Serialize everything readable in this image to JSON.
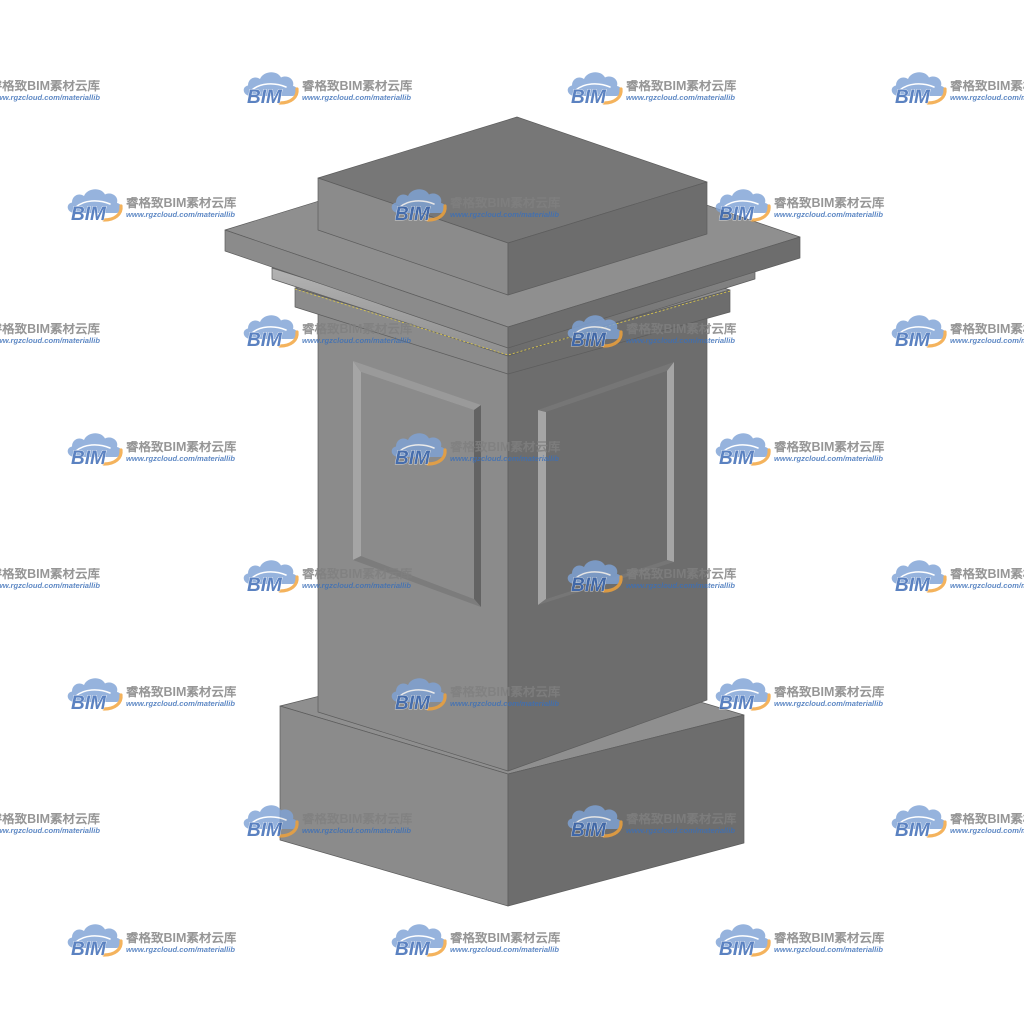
{
  "model": {
    "colors": {
      "top_face": "#777777",
      "ledge_face": "#8f8f8f",
      "left_face": "#8b8b8b",
      "right_face": "#6d6d6d",
      "panel_light": "#a5a5a5",
      "panel_shadow": "#636363",
      "edge": "#5d5d5d",
      "selection_edge": "#d8c54c"
    }
  },
  "watermark": {
    "logo_icon": "bim-cloud-logo-icon",
    "logo_text": "BIM",
    "brand": "睿格致BIM素材云库",
    "url": "www.rgzcloud.com/materiallib",
    "colors": {
      "cloud": "#7fa3d6",
      "logo_text": "#3867b4",
      "swoosh": "#f2a33a",
      "brand_text": "#808080",
      "url_text": "#3b6fb8"
    }
  }
}
